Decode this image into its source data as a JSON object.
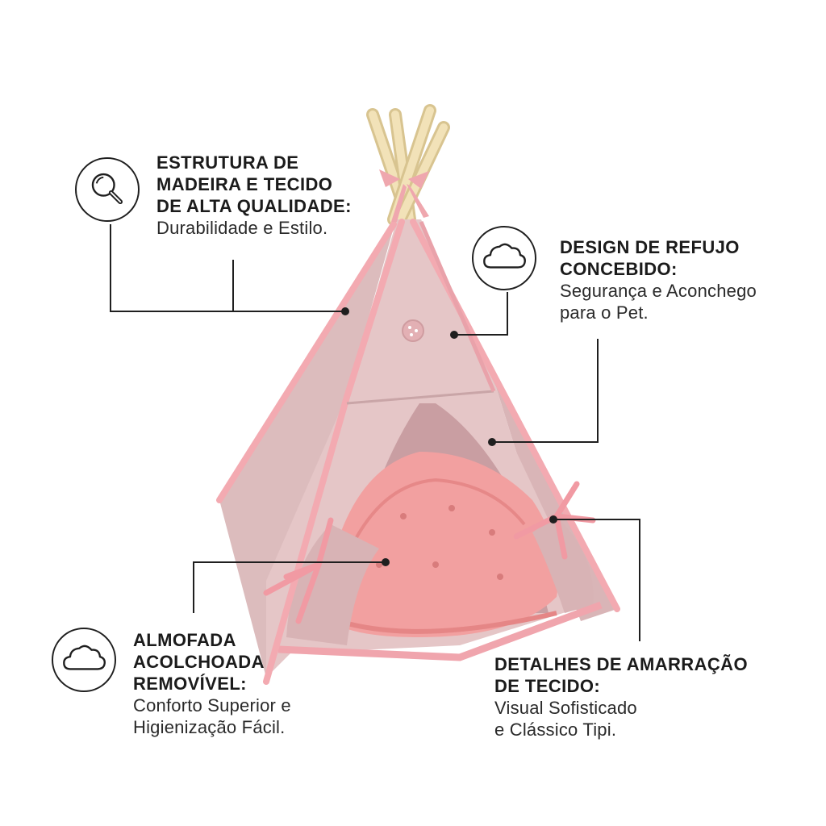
{
  "callouts": {
    "structure": {
      "icon": "magnifier-icon",
      "heading": "ESTRUTURA DE\nMADEIRA E TECIDO\nDE ALTA QUALIDADE:",
      "body": "Durabilidade e Estilo."
    },
    "refuge": {
      "icon": "cloud-icon",
      "heading": "DESIGN DE REFUJO\nCONCEBIDO:",
      "body": "Segurança e Aconchego\npara o Pet."
    },
    "cushion": {
      "icon": "cloud-icon",
      "heading": "ALMOFADA\nACOLCHOADA\nREMOVÍVEL:",
      "body": "Conforto Superior e\nHigienização Fácil."
    },
    "ties": {
      "heading": "DETALHES DE AMARRAÇÃO\nDE TECIDO:",
      "body": "  Visual Sofisticado\ne Clássico Tipi."
    }
  },
  "colors": {
    "tent_fabric": "#e3c3c4",
    "tent_trim": "#f0a5ad",
    "cushion": "#f2a0a0",
    "wood_poles": "#e8d6a8",
    "line": "#1f1f1f"
  }
}
